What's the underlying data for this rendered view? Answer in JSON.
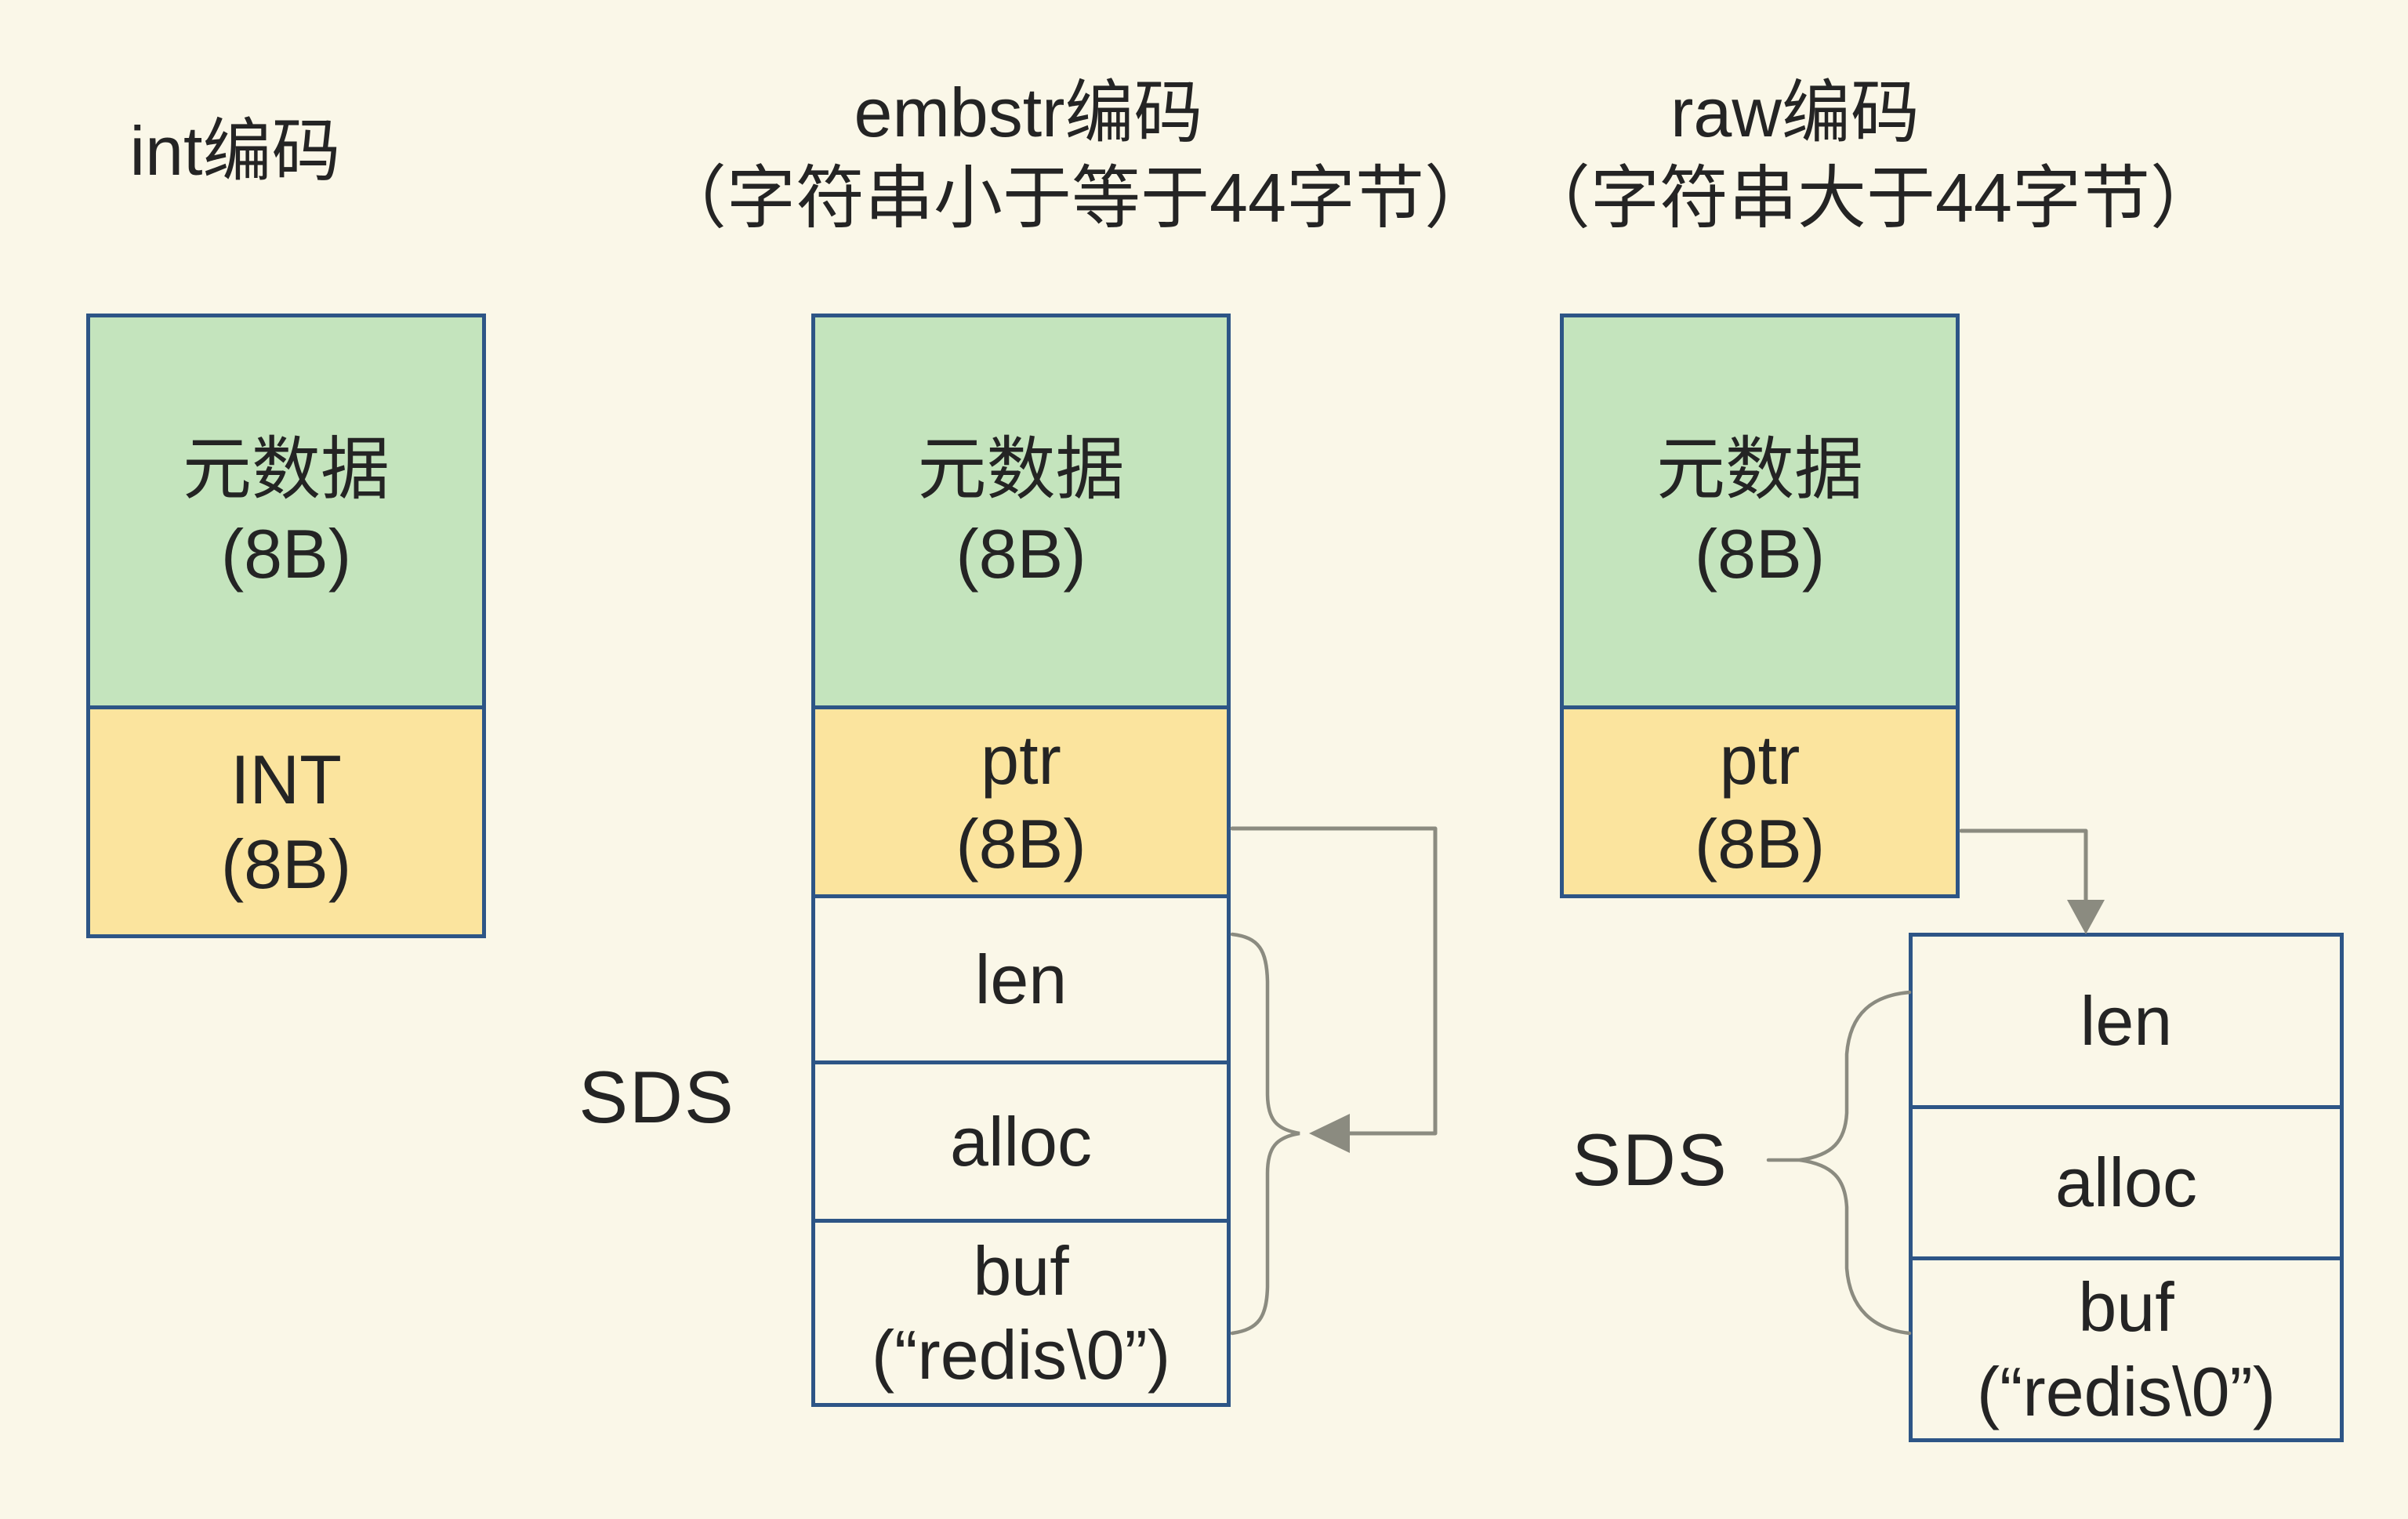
{
  "colors": {
    "bg": "#faf7e8",
    "green": "#c4e4bd",
    "yellow": "#fbe49e",
    "border": "#2d5586",
    "arrow": "#8b8b80",
    "text": "#242424"
  },
  "columns": [
    {
      "id": "int",
      "title_lines": [
        "int编码"
      ],
      "blocks": [
        {
          "lines": [
            "元数据",
            "(8B)"
          ],
          "fill": "green"
        },
        {
          "lines": [
            "INT",
            "(8B)"
          ],
          "fill": "yellow"
        }
      ]
    },
    {
      "id": "embstr",
      "title_lines": [
        "embstr编码",
        "（字符串小于等于44字节）"
      ],
      "blocks": [
        {
          "lines": [
            "元数据",
            "(8B)"
          ],
          "fill": "green"
        },
        {
          "lines": [
            "ptr",
            "(8B)"
          ],
          "fill": "yellow"
        },
        {
          "lines": [
            "len"
          ],
          "fill": "plain"
        },
        {
          "lines": [
            "alloc"
          ],
          "fill": "plain"
        },
        {
          "lines": [
            "buf",
            "(“redis\\0”)"
          ],
          "fill": "plain"
        }
      ],
      "sds_label": "SDS"
    },
    {
      "id": "raw",
      "title_lines": [
        "raw编码",
        "（字符串大于44字节）"
      ],
      "blocks": [
        {
          "lines": [
            "元数据",
            "(8B)"
          ],
          "fill": "green"
        },
        {
          "lines": [
            "ptr",
            "(8B)"
          ],
          "fill": "yellow"
        }
      ],
      "sds_label": "SDS",
      "sds_blocks": [
        {
          "lines": [
            "len"
          ],
          "fill": "plain"
        },
        {
          "lines": [
            "alloc"
          ],
          "fill": "plain"
        },
        {
          "lines": [
            "buf",
            "(“redis\\0”)"
          ],
          "fill": "plain"
        }
      ]
    }
  ]
}
